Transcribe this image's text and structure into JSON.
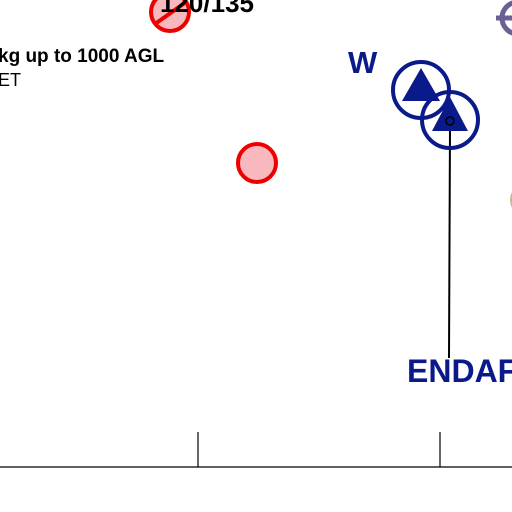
{
  "map": {
    "top_label": "120/135",
    "restriction": {
      "line1": "kg up to 1000 AGL",
      "line2": "ET"
    },
    "waypoints": {
      "west": "W",
      "endar": "ENDAF"
    },
    "colors": {
      "restricted_stroke": "#ee0000",
      "restricted_fill": "#f7b9bd",
      "waypoint": "#0a1a8a",
      "airport_symbol": "#6b5f96",
      "route_line": "#000000"
    },
    "icons": [
      "restricted-area-icon",
      "no-entry-icon",
      "triangle-waypoint-icon",
      "airport-icon"
    ]
  }
}
